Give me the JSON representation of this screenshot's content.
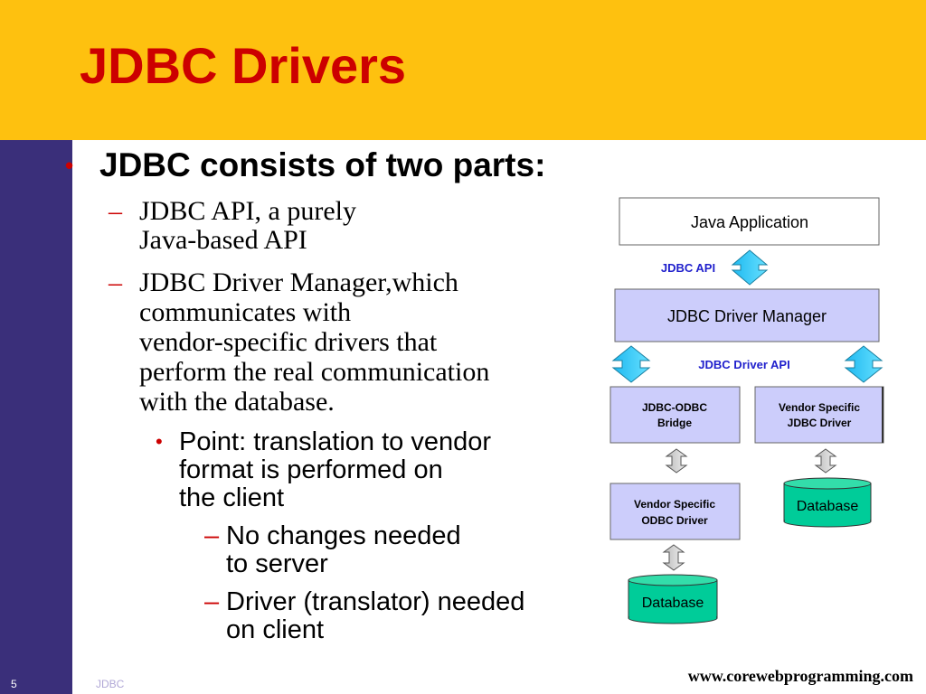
{
  "slide": {
    "title": "JDBC Drivers",
    "page_number": "5",
    "footer_label": "JDBC",
    "footer_url": "www.corewebprogramming.com"
  },
  "content": {
    "level1": "JDBC consists of two parts:",
    "items": [
      {
        "lines": [
          "JDBC API, a purely",
          "Java-based API"
        ]
      },
      {
        "lines": [
          "JDBC Driver Manager,which",
          "communicates with",
          "vendor-specific drivers that",
          "perform the real communication",
          "with the database."
        ]
      }
    ],
    "point": {
      "lines": [
        "Point: translation to vendor",
        "format is performed on",
        "the client"
      ]
    },
    "subpoints": [
      {
        "lines": [
          "No changes needed",
          "to server"
        ]
      },
      {
        "lines": [
          "Driver (translator) needed",
          "on client"
        ]
      }
    ]
  },
  "diagram": {
    "java_app": "Java Application",
    "jdbc_api_label": "JDBC API",
    "driver_manager": "JDBC Driver Manager",
    "driver_api_label": "JDBC Driver API",
    "bridge_line1": "JDBC-ODBC",
    "bridge_line2": "Bridge",
    "vendor_jdbc_line1": "Vendor Specific",
    "vendor_jdbc_line2": "JDBC Driver",
    "vendor_odbc_line1": "Vendor Specific",
    "vendor_odbc_line2": "ODBC Driver",
    "database_right": "Database",
    "database_bottom": "Database"
  },
  "colors": {
    "title_red": "#cc0000",
    "band_yellow": "#fec10f",
    "sidebar_purple": "#3a2f7a",
    "box_lavender": "#cccdfb",
    "arrow_blue": "#33ccff",
    "database_green": "#00cc99",
    "label_blue": "#1f1fcc"
  }
}
